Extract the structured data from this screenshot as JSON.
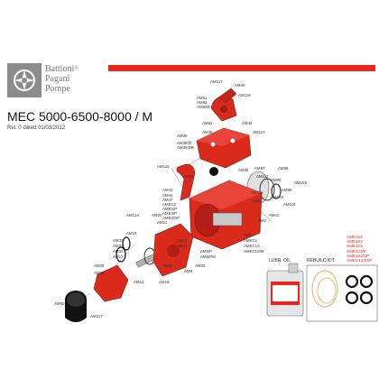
{
  "brand": {
    "line1": "Battioni",
    "line2": "Pagani",
    "line3": "Pompe",
    "reg": "®"
  },
  "header": {
    "title": "MEC 5000-6500-8000 / M",
    "revision": "Rel. 0 dated 01/03/2012"
  },
  "colors": {
    "accent": "#e8261d",
    "part_red": "#d92a1c",
    "logo_gray": "#8c8c8c"
  },
  "labels": {
    "am117": "AM117",
    "am40": "AM40",
    "am118": "AM118",
    "am61": "AM61",
    "am42": "AM42",
    "am83": "AM83",
    "am83d": "AM83D",
    "am62": "AM62",
    "am36": "AM36",
    "am117b": "AM117",
    "am38": "AM38",
    "am38d": "AM38/D",
    "am38dr": "AM38/DR",
    "am116": "AM116",
    "am39": "AM39",
    "am35": "AM35",
    "am97": "AM97",
    "am96": "AM96",
    "am112": "AM112",
    "am99": "AM99",
    "am98": "AM98",
    "am109": "AM109",
    "am108": "AM108",
    "am114": "AM114",
    "am41": "AM41",
    "am2": "AM2",
    "am43": "AM43",
    "am44": "AM44",
    "am47": "AM47",
    "amec2": "AMEC2",
    "ame5p": "AME5/P",
    "ame3p": "AME3/P",
    "ame3sp": "AME3/SP",
    "am115": "AM115",
    "am63": "AM63",
    "am20": "AM20",
    "am21": "AM21",
    "am11a": "AM11A",
    "am19": "AM19",
    "am33": "AM33",
    "am32": "AM32",
    "am34": "AM34",
    "am17": "AM17",
    "am26": "AM26",
    "am28": "AM28",
    "am23": "AM23",
    "am24": "AM24",
    "am22": "AM22",
    "am16": "AM16",
    "am12": "AM12",
    "am5p": "AM5/P",
    "am5pm": "AM5/PM",
    "am1": "AM1",
    "amec1": "AMEC1",
    "amec1a": "AMEC1A",
    "amec10": "AMEC10/M",
    "am9": "AM9",
    "am25": "AM25",
    "am50": "AM50",
    "am117c": "AM117"
  },
  "lubr": {
    "label": "LUBR. OIL"
  },
  "kit": {
    "label": "REBUILD KIT",
    "codes": [
      "AME123",
      "AME123",
      "AME123",
      "AME123/P",
      "AME123/SP",
      "AMEC123/SP"
    ]
  }
}
